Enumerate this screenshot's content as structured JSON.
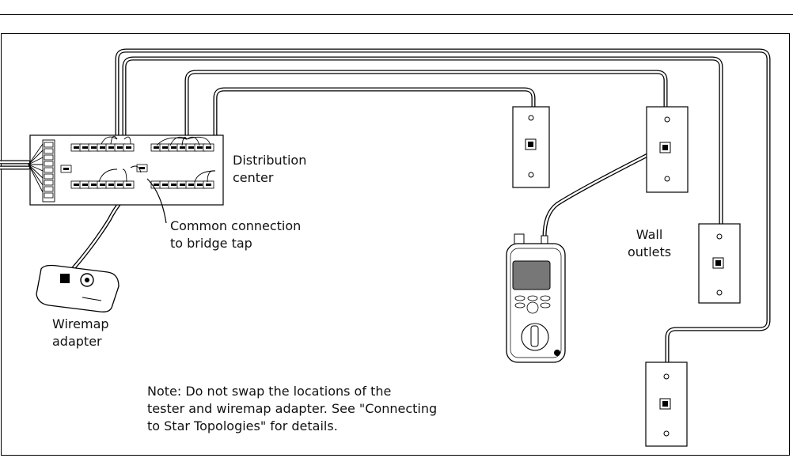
{
  "labels": {
    "distribution": "Distribution\ncenter",
    "common": "Common connection\nto bridge tap",
    "wall": "Wall\noutlets",
    "wiremap": "Wiremap\nadapter",
    "note": "Note: Do not swap the locations of the\ntester and wiremap adapter. See \"Connecting\nto Star Topologies\" for details."
  },
  "colors": {
    "line": "#000000",
    "background": "#ffffff",
    "screen": "#777777"
  }
}
